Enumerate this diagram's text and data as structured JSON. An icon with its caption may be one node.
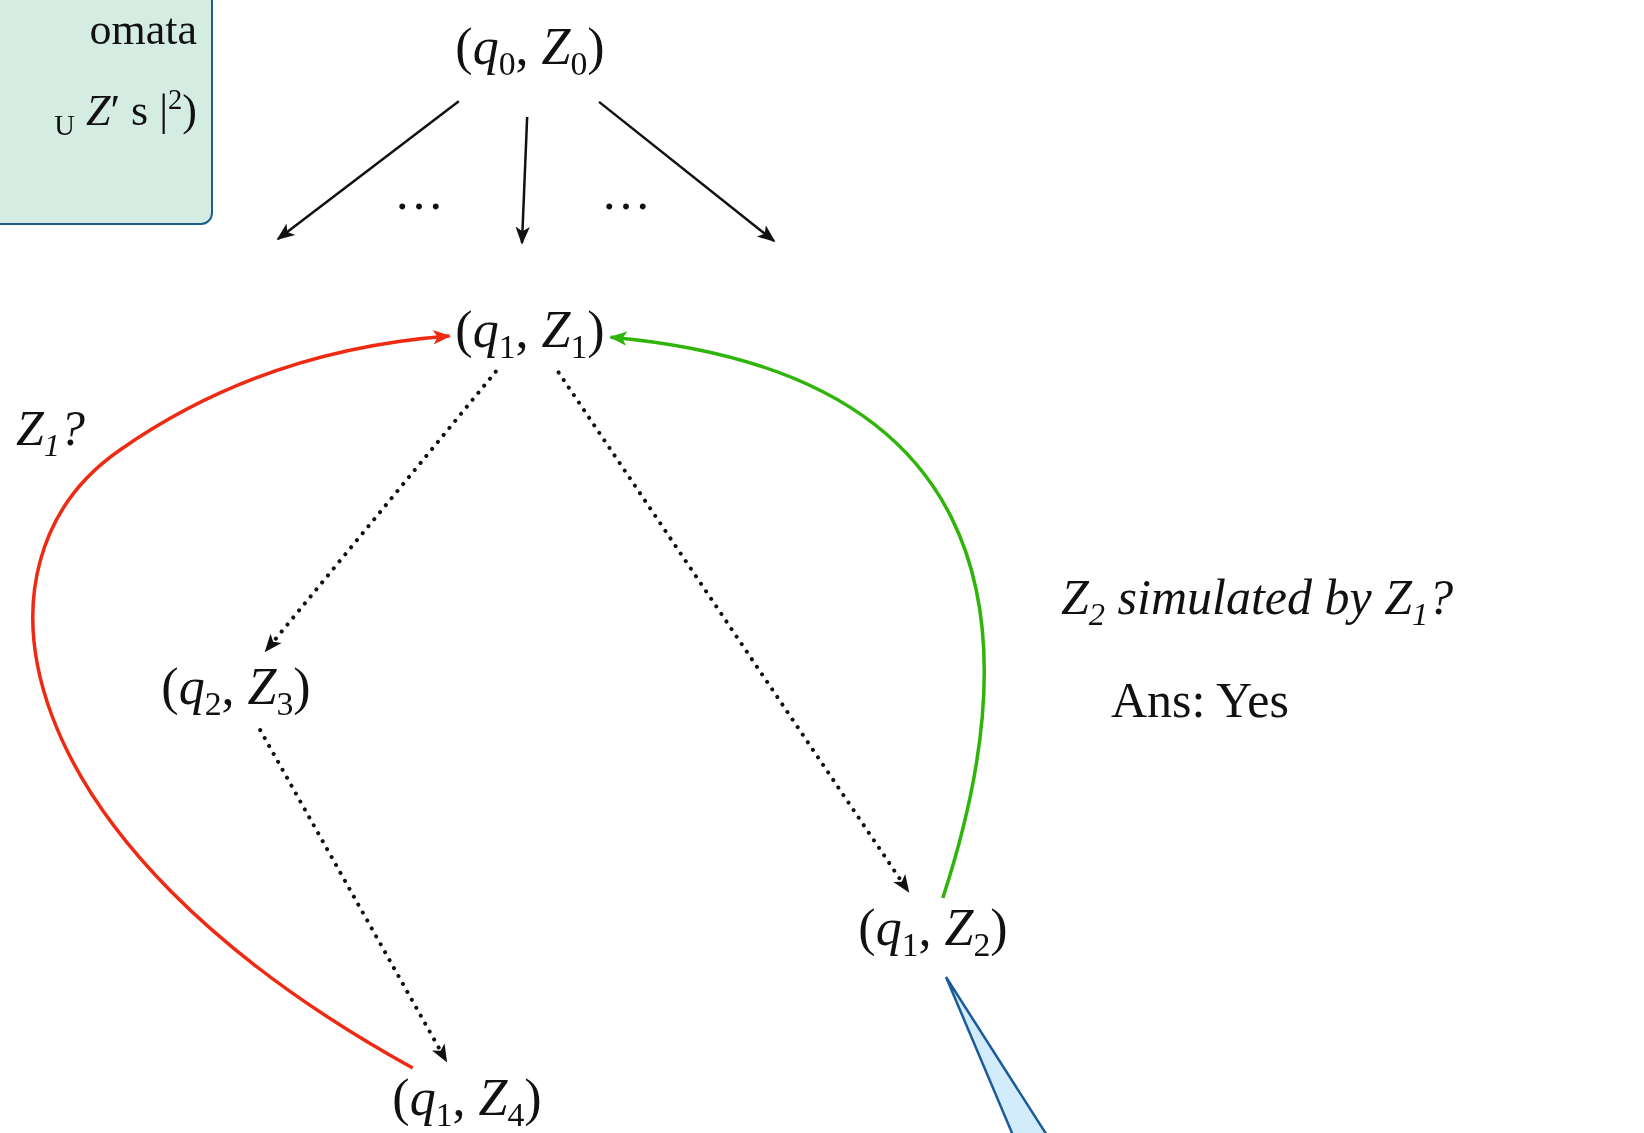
{
  "diagram": {
    "nodes": [
      {
        "text": [
          "(*q*$_{0}$, *Z*$_{0}$)"
        ]
      },
      {
        "text": [
          "(*q*$_{1}$, *Z*$_{1}$)"
        ]
      },
      {
        "text": [
          "(*q*$_{2}$, *Z*$_{3}$)"
        ]
      },
      {
        "text": [
          "(*q*$_{1}$, *Z*$_{2}$)"
        ]
      },
      {
        "text": [
          "(*q*$_{1}$, *Z*$_{4}$)"
        ]
      },
      {
        "text": [
          "omata",
          "$_{U}$ *Z*′ s |$^{2}$)"
        ]
      },
      {
        "text": [],
        "shape": "callout"
      }
    ],
    "edges": [
      {
        "from": 0,
        "to": null,
        "arrow": "to"
      },
      {
        "from": 0,
        "to": null,
        "arrow": "to"
      },
      {
        "from": 0,
        "to": null,
        "arrow": "to"
      },
      {
        "from": 1,
        "to": 2,
        "arrow": "to",
        "style": "dashed"
      },
      {
        "from": 1,
        "to": 3,
        "arrow": "to",
        "style": "dashed"
      },
      {
        "from": 2,
        "to": 4,
        "arrow": "to",
        "style": "dashed"
      },
      {
        "from": 4,
        "to": 1,
        "arrow": "to",
        "color": "#ee2a12"
      },
      {
        "from": 3,
        "to": 1,
        "arrow": "to",
        "color": "#2fb40a"
      }
    ],
    "labels": [
      "…",
      "…",
      "*Z*$_{1}$?",
      "*Z*$_{2}$ *simulated by Z*$_{1}$?",
      "Ans:  Yes"
    ]
  }
}
